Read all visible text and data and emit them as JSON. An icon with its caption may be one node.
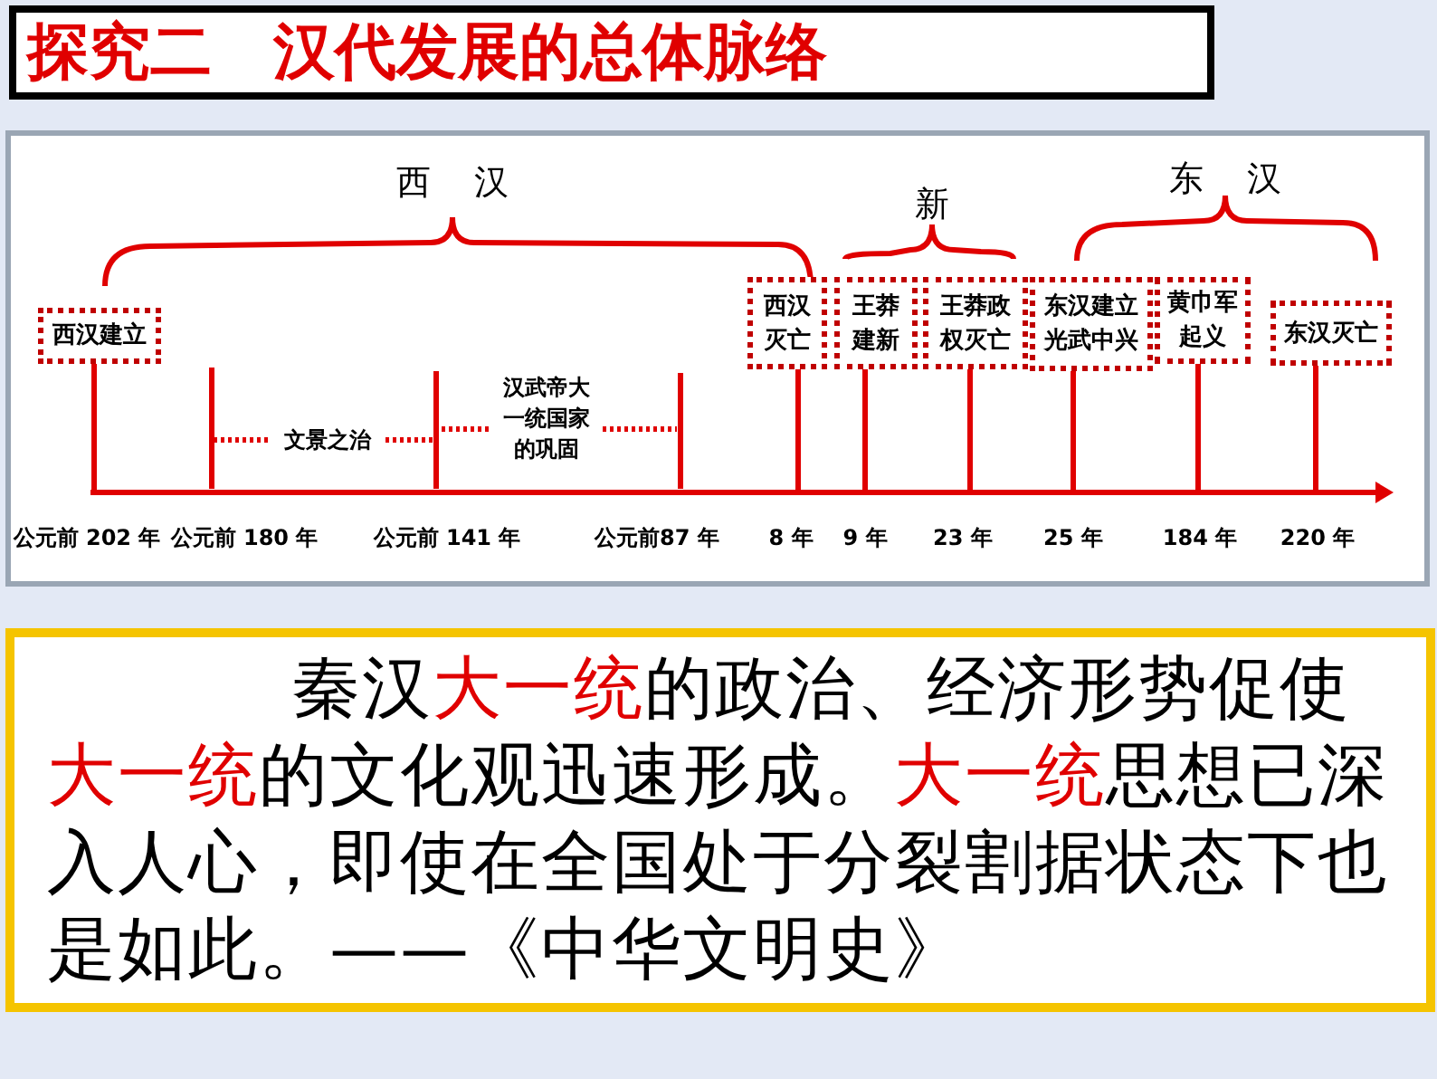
{
  "diagram": {
    "title": "探究二　汉代发展的总体脉络",
    "nodes": [
      {
        "text": [
          "西汉建立"
        ]
      },
      {
        "text": [
          "西汉灭亡"
        ]
      },
      {
        "text": [
          "王莽建新"
        ]
      },
      {
        "text": [
          "王莽政权灭亡"
        ]
      },
      {
        "text": [
          "东汉建立光武中兴"
        ]
      },
      {
        "text": [
          "黄巾军起义"
        ]
      },
      {
        "text": [
          "东汉灭亡"
        ]
      },
      {
        "text": [],
        "shape": "arrow"
      }
    ],
    "edges": [
      {
        "from": 0,
        "to": 7,
        "arrow": "none"
      },
      {
        "from": 1,
        "to": 7,
        "arrow": "none"
      },
      {
        "from": 2,
        "to": 7,
        "arrow": "none"
      },
      {
        "from": 3,
        "to": 7,
        "arrow": "none"
      },
      {
        "from": 4,
        "to": 7,
        "arrow": "none"
      },
      {
        "from": 5,
        "to": 7,
        "arrow": "none"
      },
      {
        "from": 6,
        "to": 7,
        "arrow": "none"
      }
    ],
    "labels": [
      "西 汉",
      "新",
      "东 汉",
      "文景之治",
      "汉武帝大一统国家的巩固",
      "公元前 202 年",
      "公元前 180 年",
      "公元前 141 年",
      "公元前87 年",
      "8 年",
      "9 年",
      "23 年",
      "25 年",
      "184 年",
      "220 年",
      "秦汉**大一统**的政治、经济形势促使**大一统**的文化观迅速形成。**大一统**思想已深入人心，即使在全国处于分裂割据状态下也是如此。——《中华文明史》"
    ]
  }
}
